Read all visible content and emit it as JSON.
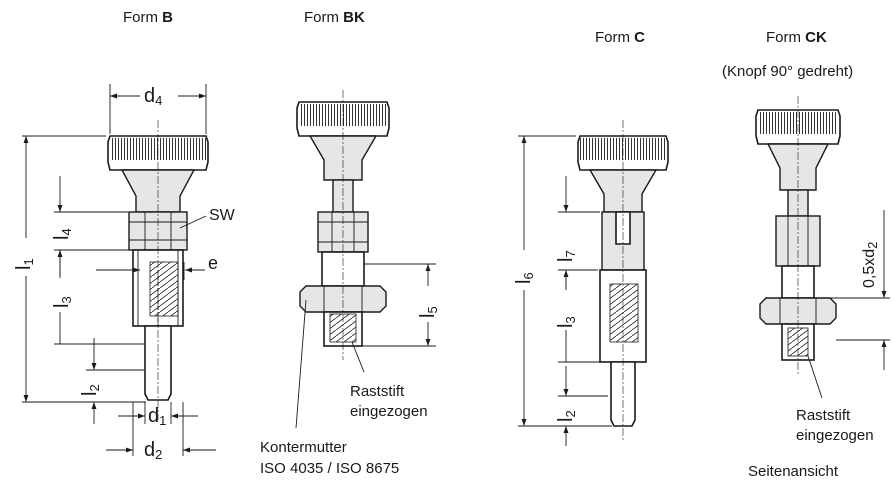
{
  "forms": {
    "b": {
      "prefix": "Form ",
      "bold": "B"
    },
    "bk": {
      "prefix": "Form ",
      "bold": "BK"
    },
    "c": {
      "prefix": "Form ",
      "bold": "C"
    },
    "ck": {
      "prefix": "Form ",
      "bold": "CK"
    }
  },
  "ck_note": "(Knopf 90° gedreht)",
  "dims": {
    "d4": {
      "main": "d",
      "sub": "4"
    },
    "d1": {
      "main": "d",
      "sub": "1"
    },
    "d2": {
      "main": "d",
      "sub": "2"
    },
    "l1": {
      "main": "l",
      "sub": "1"
    },
    "l2": {
      "main": "l",
      "sub": "2"
    },
    "l3": {
      "main": "l",
      "sub": "3"
    },
    "l4": {
      "main": "l",
      "sub": "4"
    },
    "l5": {
      "main": "l",
      "sub": "5"
    },
    "l6": {
      "main": "l",
      "sub": "6"
    },
    "l7": {
      "main": "l",
      "sub": "7"
    },
    "c_l2": {
      "main": "l",
      "sub": "2"
    },
    "c_l3": {
      "main": "l",
      "sub": "3"
    },
    "sw": "SW",
    "e": "e",
    "half_d2": {
      "main": "0,5xd",
      "sub": "2"
    }
  },
  "labels": {
    "bk_raststift_1": "Raststift",
    "bk_raststift_2": "eingezogen",
    "ck_raststift_1": "Raststift",
    "ck_raststift_2": "eingezogen",
    "kontermutter_1": "Kontermutter",
    "kontermutter_2": "ISO 4035 / ISO 8675",
    "seitenansicht": "Seitenansicht"
  }
}
